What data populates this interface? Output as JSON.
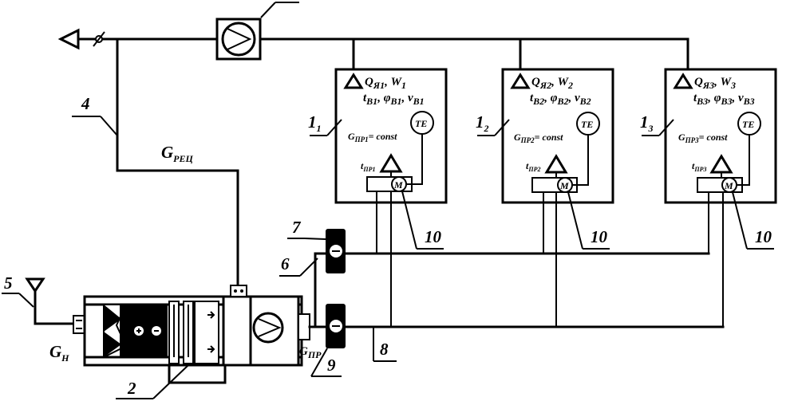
{
  "labels": {
    "n1": "1",
    "n1_sub": "1",
    "n2": "1",
    "n2_sub": "2",
    "n3": "1",
    "n3_sub": "3",
    "label_2": "2",
    "label_4": "4",
    "label_5": "5",
    "label_6": "6",
    "label_7": "7",
    "label_8": "8",
    "label_9": "9",
    "label_10": "10",
    "g_rec": "G",
    "g_rec_sub": "РЕЦ",
    "g_n": "G",
    "g_n_sub": "Н",
    "g_pr": "G",
    "g_pr_sub": "ПР"
  },
  "rooms": [
    {
      "q_line": "Q",
      "q_sub": "Я1",
      "w_line": ", W",
      "w_sub": "1",
      "t_line": "t",
      "t_sub": "B1",
      "phi_line": ", φ",
      "phi_sub": "B1",
      "v_line": ", ν",
      "v_sub": "B1",
      "g_line": "G",
      "g_sub": "ПР1",
      "g_const": "= const",
      "t_pr": "t",
      "t_pr_sub": "ПР1",
      "te": "TE",
      "m": "M"
    },
    {
      "q_line": "Q",
      "q_sub": "Я2",
      "w_line": ", W",
      "w_sub": "2",
      "t_line": "t",
      "t_sub": "B2",
      "phi_line": ", φ",
      "phi_sub": "B2",
      "v_line": ", ν",
      "v_sub": "B2",
      "g_line": "G",
      "g_sub": "ПР2",
      "g_const": "= const",
      "t_pr": "t",
      "t_pr_sub": "ПР2",
      "te": "TE",
      "m": "M"
    },
    {
      "q_line": "Q",
      "q_sub": "Я3",
      "w_line": ", W",
      "w_sub": "3",
      "t_line": "t",
      "t_sub": "B3",
      "phi_line": ", φ",
      "phi_sub": "B3",
      "v_line": ", ν",
      "v_sub": "B3",
      "g_line": "G",
      "g_sub": "ПР3",
      "g_const": "= const",
      "t_pr": "t",
      "t_pr_sub": "ПР3",
      "te": "TE",
      "m": "M"
    }
  ]
}
